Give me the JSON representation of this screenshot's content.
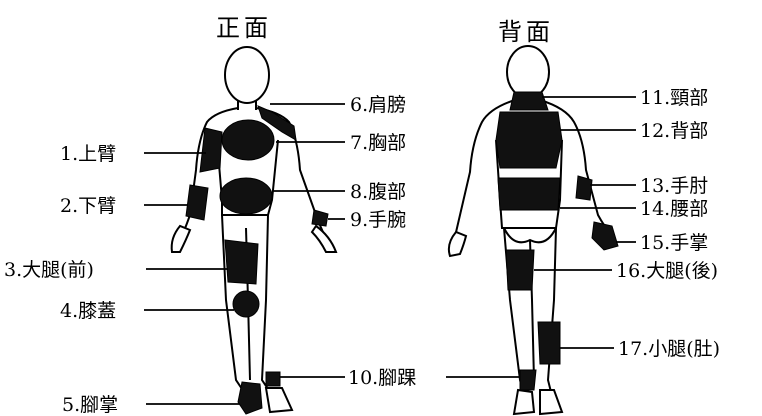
{
  "titles": {
    "front": "正面",
    "back": "背面"
  },
  "labels": {
    "l1": "1.上臂",
    "l2": "2.下臂",
    "l3": "3.大腿(前)",
    "l4": "4.膝蓋",
    "l5": "5.腳掌",
    "l6": "6.肩膀",
    "l7": "7.胸部",
    "l8": "8.腹部",
    "l9": "9.手腕",
    "l10": "10.腳踝",
    "l11": "11.頸部",
    "l12": "12.背部",
    "l13": "13.手肘",
    "l14": "14.腰部",
    "l15": "15.手掌",
    "l16": "16.大腿(後)",
    "l17": "17.小腿(肚)"
  }
}
